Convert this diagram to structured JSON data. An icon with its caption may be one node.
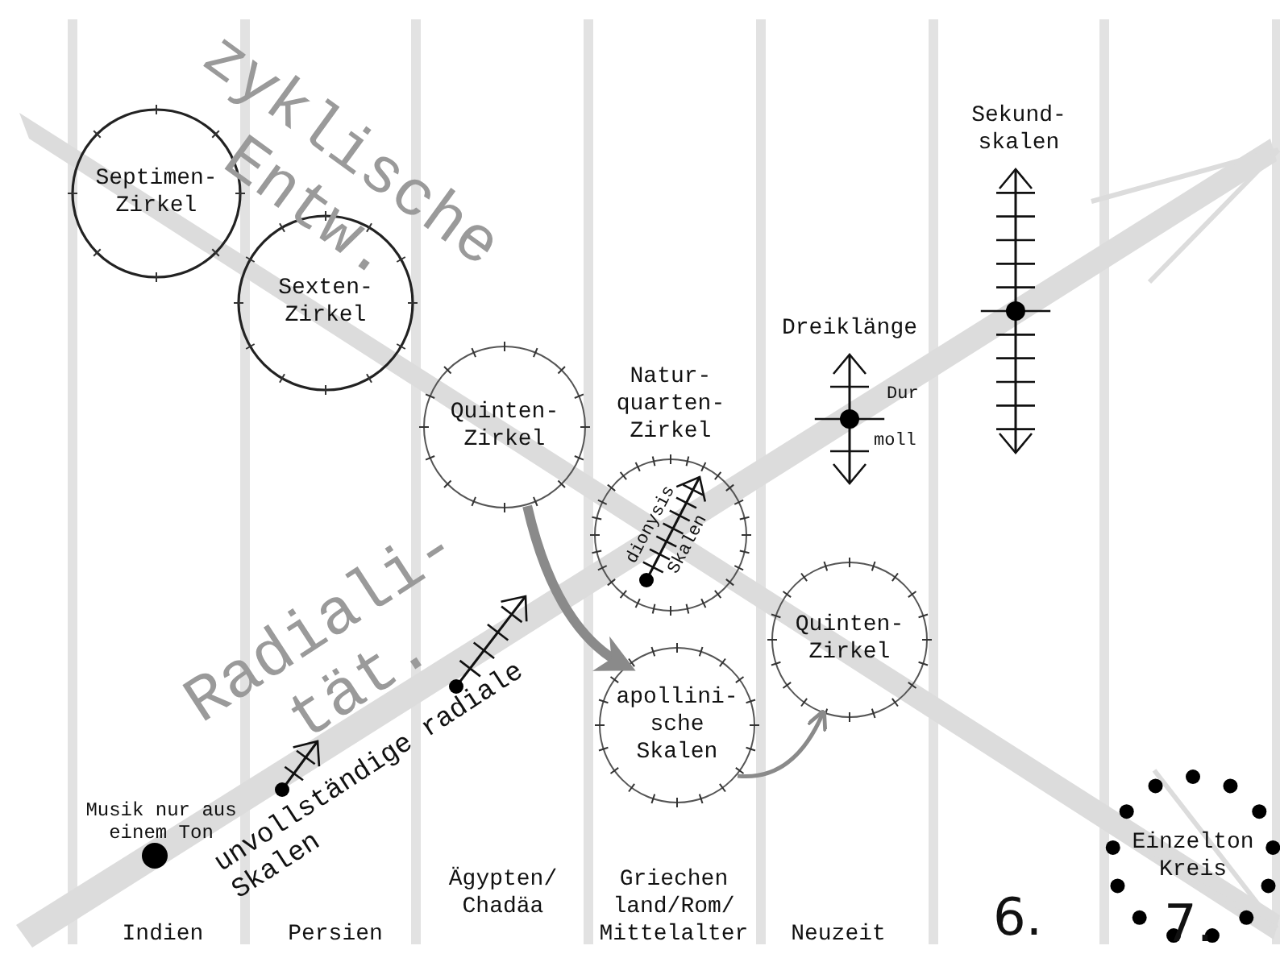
{
  "diagram": {
    "nodes": [
      {
        "text": [
          "Septimen- Zirkel"
        ]
      },
      {
        "text": [
          "Sexten- Zirkel"
        ]
      },
      {
        "text": [
          "Quinten- Zirkel"
        ]
      },
      {
        "text": [
          "Natur- quarten- Zirkel",
          "dionysis Skalen"
        ]
      },
      {
        "text": [
          "apollini- sche Skalen"
        ]
      },
      {
        "text": [
          "Quinten- Zirkel"
        ]
      },
      {
        "text": [
          "Einzelton Kreis"
        ]
      }
    ],
    "edges": [
      {
        "from": 2,
        "to": 4,
        "arrow": "to",
        "style": "thick"
      },
      {
        "from": 4,
        "to": 5,
        "arrow": "to"
      }
    ],
    "labels": [
      "zyklische Entw.",
      "Sekund- skalen",
      "Dreiklänge",
      "Dur",
      "moll",
      "Radiali- tät.",
      "unvollständige radiale Skalen",
      "Musik nur aus einem Ton",
      "Indien",
      "Persien",
      "Ägypten/ Chadäa",
      "Griechen land/Rom/ Mittelalter",
      "Neuzeit",
      "6.",
      "7."
    ]
  }
}
